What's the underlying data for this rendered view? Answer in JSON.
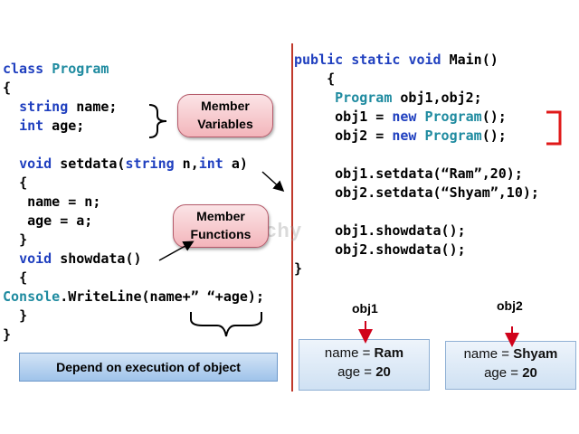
{
  "left_code": {
    "line1_kw": "class",
    "line1_name": "Program",
    "line2": "{",
    "line3_type": "string",
    "line3_rest": " name;",
    "line4_type": "int",
    "line4_rest": " age;",
    "line6_kw": "void",
    "line6_a": " setdata(",
    "line6_t1": "string",
    "line6_b": " n,",
    "line6_t2": "int",
    "line6_c": " a)",
    "line7": "{",
    "line8": " name = n;",
    "line9": " age = a;",
    "line10": "}",
    "line11_kw": "void",
    "line11_rest": " showdata()",
    "line12": "{",
    "line13_cls": "Console",
    "line13_rest": ".WriteLine(name+” “+age);",
    "line14": "}",
    "line15": "}"
  },
  "right_code": {
    "l1_kw1": "public",
    "l1_kw2": "static",
    "l1_kw3": "void",
    "l1_rest": " Main()",
    "l2": "{",
    "l3_cls": "Program",
    "l3_rest": " obj1,obj2;",
    "l4_a": "obj1 = ",
    "l4_kw": "new",
    "l4_cls": "Program",
    "l4_b": "();",
    "l5_a": "obj2 = ",
    "l5_kw": "new",
    "l5_cls": "Program",
    "l5_b": "();",
    "l6": "obj1.setdata(“Ram”,20);",
    "l7": "obj2.setdata(“Shyam”,10);",
    "l8": "obj1.showdata();",
    "l9": "obj2.showdata();",
    "l10": "}"
  },
  "callouts": {
    "member_variables_1": "Member",
    "member_variables_2": "Variables",
    "member_functions_1": "Member",
    "member_functions_2": "Functions",
    "depend_bar": "Depend on execution of object"
  },
  "objects": [
    {
      "label": "obj1",
      "name_prefix": "name = ",
      "name_value": "Ram",
      "age_prefix": "age = ",
      "age_value": "20"
    },
    {
      "label": "obj2",
      "name_prefix": "name = ",
      "name_value": "Shyam",
      "age_prefix": "age = ",
      "age_value": "20"
    }
  ],
  "watermark": "wikitechy",
  "colors": {
    "keyword": "#1f3fbf",
    "type": "#1f8ba0",
    "divider": "#c0392b",
    "arrow": "#d0021b"
  }
}
